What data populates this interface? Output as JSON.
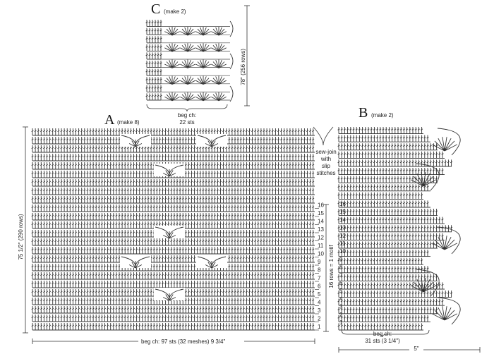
{
  "panel_c": {
    "letter": "C",
    "make": "(make 2)",
    "height": "78\" (256 rows)",
    "beg_label": "beg ch:",
    "beg_sts": "22 sts"
  },
  "panel_a": {
    "letter": "A",
    "make": "(make 8)",
    "height": "75 1/2\" (290 rows)",
    "beg_label": "beg ch: 97 sts (32 meshes) 9 3/4\"",
    "motif_label": "16 rows = 1 motif",
    "row_numbers": [
      "1",
      "2",
      "3",
      "4",
      "5",
      "6",
      "7",
      "8",
      "9",
      "10",
      "11",
      "12",
      "13",
      "14",
      "15",
      "16"
    ]
  },
  "panel_b": {
    "letter": "B",
    "make": "(make 2)",
    "beg_label": "beg ch:",
    "beg_sts": "31 sts (3 1/4\")",
    "width": "5\"",
    "row_numbers": [
      "1",
      "2",
      "3",
      "4",
      "5",
      "6",
      "7",
      "8",
      "9",
      "10",
      "11",
      "12",
      "13",
      "14",
      "15",
      "16"
    ]
  },
  "sew_join": {
    "line1": "sew-join",
    "line2": "with",
    "line3": "slip",
    "line4": "stitches"
  },
  "colors": {
    "ink": "#333333",
    "paper": "#ffffff"
  }
}
